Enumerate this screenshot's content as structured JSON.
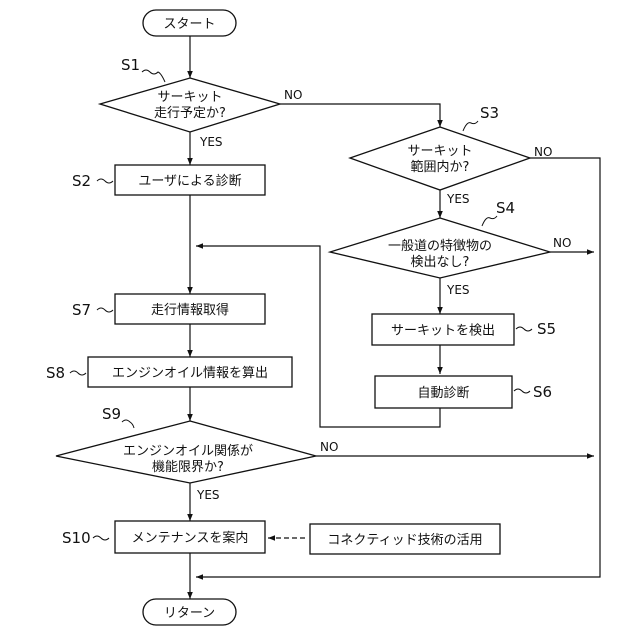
{
  "terminals": {
    "start": "スタート",
    "end": "リターン"
  },
  "steps": {
    "s1": {
      "id": "S1",
      "lines": [
        "サーキット",
        "走行予定か?"
      ]
    },
    "s2": {
      "id": "S2",
      "text": "ユーザによる診断"
    },
    "s3": {
      "id": "S3",
      "lines": [
        "サーキット",
        "範囲内か?"
      ]
    },
    "s4": {
      "id": "S4",
      "lines": [
        "一般道の特徴物の",
        "検出なし?"
      ]
    },
    "s5": {
      "id": "S5",
      "text": "サーキットを検出"
    },
    "s6": {
      "id": "S6",
      "text": "自動診断"
    },
    "s7": {
      "id": "S7",
      "text": "走行情報取得"
    },
    "s8": {
      "id": "S8",
      "text": "エンジンオイル情報を算出"
    },
    "s9": {
      "id": "S9",
      "lines": [
        "エンジンオイル関係が",
        "機能限界か?"
      ]
    },
    "s10": {
      "id": "S10",
      "text": "メンテナンスを案内"
    }
  },
  "external": {
    "text": "コネクティッド技術の活用"
  },
  "branch_labels": {
    "yes": "YES",
    "no": "NO"
  }
}
